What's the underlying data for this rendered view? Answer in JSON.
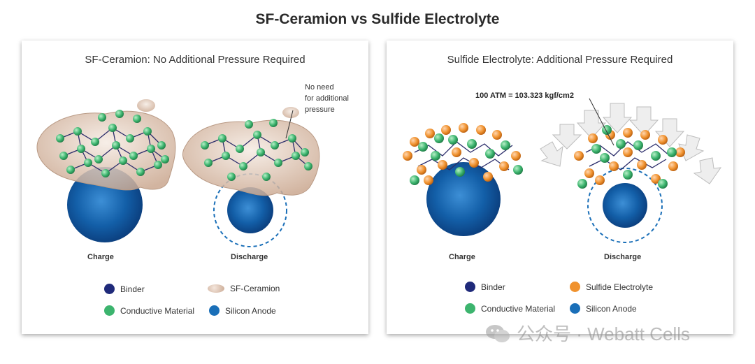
{
  "title": "SF-Ceramion vs Sulfide Electrolyte",
  "left_panel": {
    "heading": "SF-Ceramion: No Additional Pressure Required",
    "annotation": "No need\nfor additional\npressure",
    "states": [
      "Charge",
      "Discharge"
    ],
    "legend": [
      {
        "label": "Binder",
        "color": "#1f2a7a",
        "icon": "binder-dot"
      },
      {
        "label": "SF-Ceramion",
        "color": "#d8bba6",
        "icon": "ceramion-blob"
      },
      {
        "label": "Conductive Material",
        "color": "#3cb46e",
        "icon": "conductive-dot"
      },
      {
        "label": "Silicon Anode",
        "color": "#1a6fb8",
        "icon": "silicon-dot"
      }
    ]
  },
  "right_panel": {
    "heading": "Sulfide Electrolyte: Additional Pressure Required",
    "pressure_label": "100 ATM = 103.323 kgf/cm2",
    "states": [
      "Charge",
      "Discharge"
    ],
    "legend": [
      {
        "label": "Binder",
        "color": "#1f2a7a",
        "icon": "binder-dot"
      },
      {
        "label": "Sulfide Electrolyte",
        "color": "#f0922e",
        "icon": "sulfide-dot"
      },
      {
        "label": "Conductive Material",
        "color": "#3cb46e",
        "icon": "conductive-dot"
      },
      {
        "label": "Silicon Anode",
        "color": "#1a6fb8",
        "icon": "silicon-dot"
      }
    ]
  },
  "watermark": "公众号 · Webatt Cells"
}
